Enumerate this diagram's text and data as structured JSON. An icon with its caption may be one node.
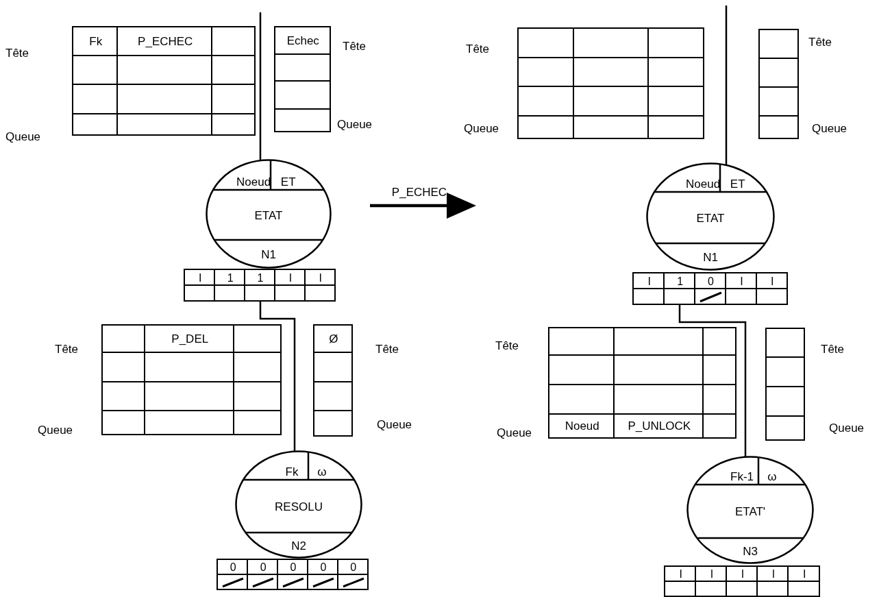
{
  "diagram": {
    "nodes": [
      {
        "text": [
          "Fk",
          "P_ECHEC"
        ],
        "beside": [
          "Tête",
          "Queue"
        ]
      },
      {
        "text": [
          "Echec"
        ],
        "beside": [
          "Tête",
          "Queue"
        ]
      },
      {
        "text": [],
        "shape": "box",
        "beside": [
          "Tête",
          "Queue"
        ]
      },
      {
        "text": [],
        "shape": "box",
        "beside": [
          "Tête",
          "Queue"
        ]
      },
      {
        "text": [
          "Noeud ET",
          "ETAT",
          "N1"
        ]
      },
      {
        "text": [
          "Noeud ET",
          "ETAT",
          "N1"
        ]
      },
      {
        "text": [
          "I",
          "1",
          "1",
          "I",
          "I"
        ]
      },
      {
        "text": [
          "I",
          "1",
          "0",
          "I",
          "I"
        ]
      },
      {
        "text": [
          "P_DEL"
        ],
        "beside": [
          "Tête",
          "Queue"
        ]
      },
      {
        "text": [
          "Ø"
        ],
        "beside": [
          "Tête",
          "Queue"
        ]
      },
      {
        "text": [
          "Noeud",
          "P_UNLOCK"
        ],
        "beside": [
          "Tête",
          "Queue"
        ]
      },
      {
        "text": [],
        "shape": "box",
        "beside": [
          "Tête",
          "Queue"
        ]
      },
      {
        "text": [
          "Fk",
          "ω",
          "RESOLU",
          "N2"
        ]
      },
      {
        "text": [
          "Fk-1",
          "ω",
          "ETAT'",
          "N3"
        ]
      },
      {
        "text": [
          "0",
          "0",
          "0",
          "0",
          "0"
        ]
      },
      {
        "text": [
          "I",
          "I",
          "I",
          "I",
          "I"
        ]
      }
    ],
    "edges": [
      {
        "from": null,
        "to": 4,
        "arrow": "none"
      },
      {
        "from": null,
        "to": 5,
        "arrow": "none"
      },
      {
        "from": 6,
        "to": 12,
        "arrow": "none"
      },
      {
        "from": 7,
        "to": 13,
        "arrow": "none"
      }
    ],
    "labels": [
      "P_ECHEC"
    ]
  }
}
